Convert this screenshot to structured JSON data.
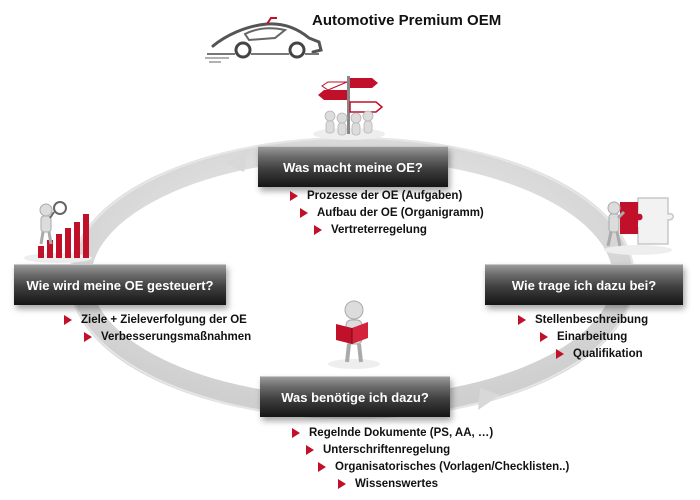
{
  "header": {
    "title": "Automotive Premium OEM"
  },
  "nodes": {
    "top": {
      "label": "Was macht meine OE?",
      "bullets": [
        "Prozesse der OE (Aufgaben)",
        "Aufbau der OE (Organigramm)",
        "Vertreterregelung"
      ]
    },
    "left": {
      "label": "Wie wird meine OE gesteuert?",
      "bullets": [
        "Ziele + Zieleverfolgung der OE",
        "Verbesserungsmaßnahmen"
      ]
    },
    "right": {
      "label": "Wie trage ich dazu bei?",
      "bullets": [
        "Stellenbeschreibung",
        "Einarbeitung",
        "Qualifikation"
      ]
    },
    "bottom": {
      "label": "Was benötige ich dazu?",
      "bullets": [
        "Regelnde Dokumente (PS, AA, …)",
        "Unterschriftenregelung",
        "Organisatorisches (Vorlagen/Checklisten..)",
        "Wissenswertes"
      ]
    }
  },
  "colors": {
    "accent": "#c0102a",
    "box_dark": "#1a1a1a",
    "ring": "#dcdcdc"
  },
  "icons": [
    "car-logo-icon",
    "signpost-people-icon",
    "growth-chart-figure-icon",
    "puzzle-figure-icon",
    "reading-figure-icon"
  ]
}
